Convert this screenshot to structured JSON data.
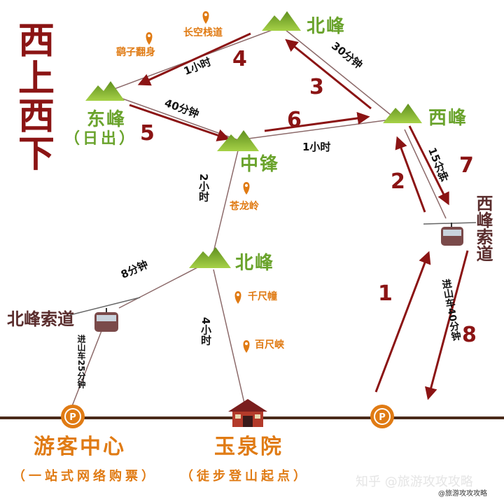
{
  "title": "西上西下",
  "peaks": {
    "north_top": "北峰",
    "east": "东峰",
    "east_sub": "（日出）",
    "west": "西峰",
    "middle": "中锋",
    "north_lower": "北峰"
  },
  "spots": {
    "changkong": "长空栈道",
    "yaozi": "鹞子翻身",
    "canglong": "苍龙岭",
    "qianchi": "千尺幢",
    "baichi": "百尺峡"
  },
  "times": {
    "north_to_west": "30分钟",
    "north_to_east": "1小时",
    "east_to_middle": "40分钟",
    "middle_to_west": "1小时",
    "middle_to_north": "2小时",
    "cable_to_north": "8分钟",
    "west_to_cable": "15分钟",
    "yuquan_to_north": "4小时",
    "north_cable_ride": "进山车25分钟",
    "west_cable_ride": "进山车40分钟"
  },
  "route_numbers": [
    "1",
    "2",
    "3",
    "4",
    "5",
    "6",
    "7",
    "8"
  ],
  "cableways": {
    "north": "北峰索道",
    "west": "西峰索道"
  },
  "bottom": {
    "visitor_center": "游客中心",
    "visitor_center_sub": "（一站式网络购票）",
    "yuquan": "玉泉院",
    "yuquan_sub": "（徒步登山起点）"
  },
  "watermark": "知乎 @旅游攻攻攻略",
  "watermark_small": "@旅游攻攻攻略",
  "colors": {
    "route_red": "#8b1414",
    "peak_green": "#6aa32c",
    "spot_orange": "#e07b14",
    "base_line": "#4a2a1a"
  }
}
